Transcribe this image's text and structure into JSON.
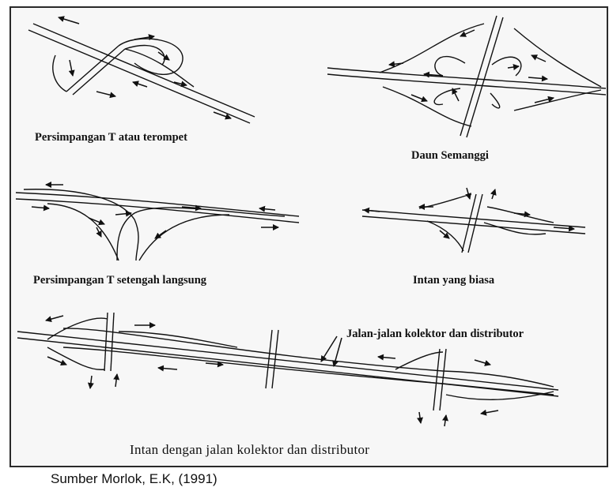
{
  "captions": {
    "trumpet": "Persimpangan T atau terompet",
    "cloverleaf": "Daun Semanggi",
    "semi_direct": "Persimpangan T setengah langsung",
    "diamond": "Intan yang biasa",
    "collector_label": "Jalan-jalan kolektor dan distributor",
    "diamond_collector": "Intan dengan jalan kolektor dan distributor"
  },
  "source": "Sumber  Morlok, E.K, (1991)",
  "colors": {
    "line": "#111111",
    "background": "#f7f7f7",
    "border": "#2a2a2a"
  }
}
